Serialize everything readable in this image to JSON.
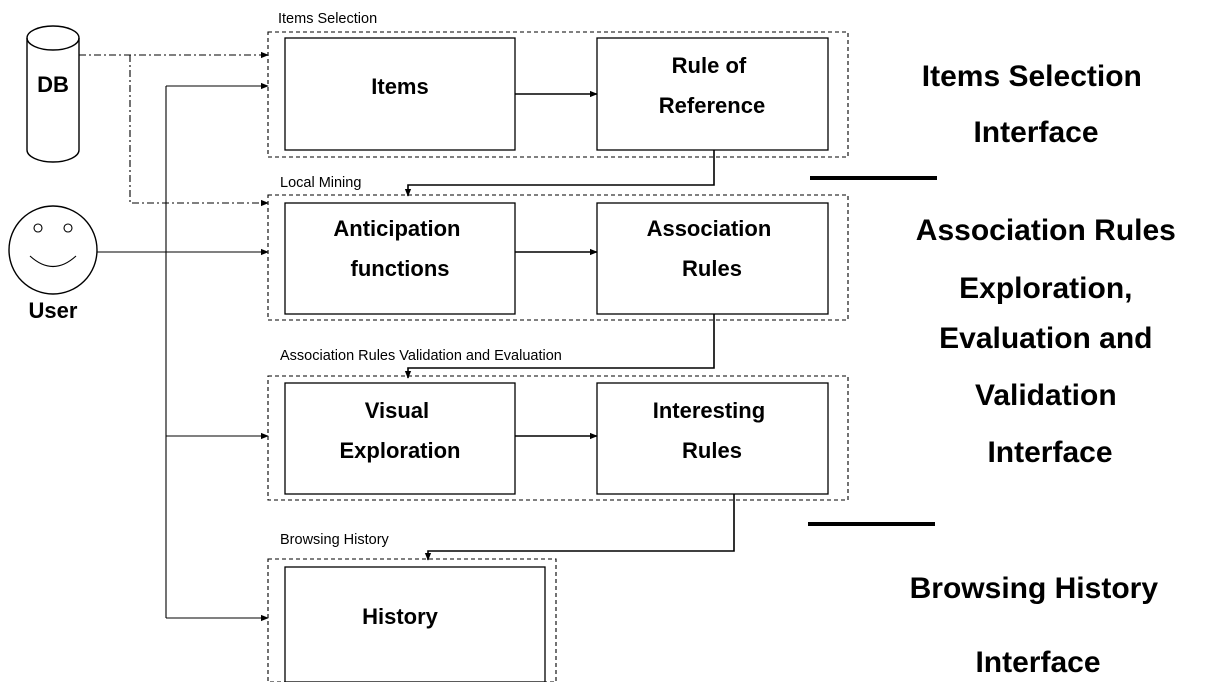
{
  "groups": {
    "items_selection": "Items Selection",
    "local_mining": "Local Mining",
    "validation": "Association Rules Validation and Evaluation",
    "browsing": "Browsing History"
  },
  "boxes": {
    "items": [
      "Items"
    ],
    "rule_of_reference": [
      "Rule of",
      "Reference"
    ],
    "anticipation": [
      "Anticipation",
      "functions"
    ],
    "association_rules": [
      "Association",
      "Rules"
    ],
    "visual_exploration": [
      "Visual",
      "Exploration"
    ],
    "interesting_rules": [
      "Interesting",
      "Rules"
    ],
    "history": [
      "History"
    ]
  },
  "actors": {
    "db": "DB",
    "user": "User"
  },
  "side_labels": {
    "items_interface": [
      "Items Selection",
      "Interface"
    ],
    "association_interface": [
      "Association Rules",
      "Exploration,",
      "Evaluation and",
      "Validation",
      "Interface"
    ],
    "browsing_interface": [
      "Browsing History",
      "Interface"
    ]
  }
}
